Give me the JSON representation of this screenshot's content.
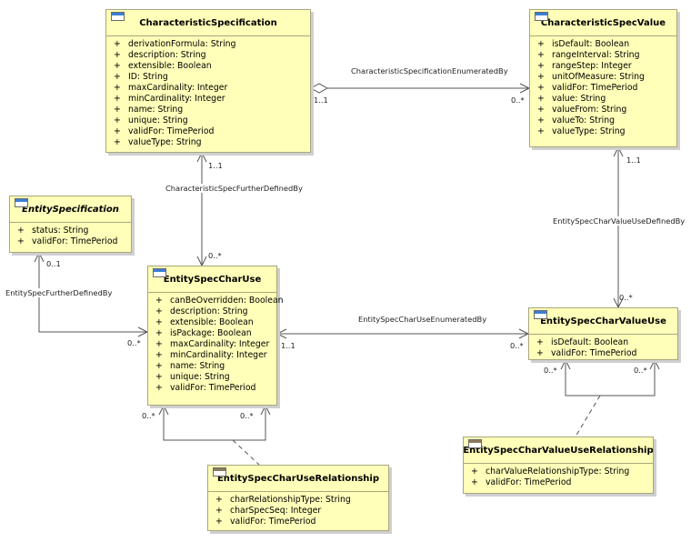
{
  "classes": {
    "char_spec": {
      "title": "CharacteristicSpecification",
      "attributes": [
        "derivationFormula: String",
        "description: String",
        "extensible: Boolean",
        "ID: String",
        "maxCardinality: Integer",
        "minCardinality: Integer",
        "name: String",
        "unique: String",
        "validFor: TimePeriod",
        "valueType: String"
      ]
    },
    "char_spec_value": {
      "title": "CharacteristicSpecValue",
      "attributes": [
        "isDefault: Boolean",
        "rangeInterval: String",
        "rangeStep: Integer",
        "unitOfMeasure: String",
        "validFor: TimePeriod",
        "value: String",
        "valueFrom: String",
        "valueTo: String",
        "valueType: String"
      ]
    },
    "entity_spec": {
      "title": "EntitySpecification",
      "attributes": [
        "status: String",
        "validFor: TimePeriod"
      ]
    },
    "entity_spec_char_use": {
      "title": "EntitySpecCharUse",
      "attributes": [
        "canBeOverridden: Boolean",
        "description: String",
        "extensible: Boolean",
        "isPackage: Boolean",
        "maxCardinality: Integer",
        "minCardinality: Integer",
        "name: String",
        "unique: String",
        "validFor: TimePeriod"
      ]
    },
    "entity_spec_char_value_use": {
      "title": "EntitySpecCharValueUse",
      "attributes": [
        "isDefault: Boolean",
        "validFor: TimePeriod"
      ]
    },
    "entity_spec_char_use_relationship": {
      "title": "EntitySpecCharUseRelationship",
      "attributes": [
        "charRelationshipType: String",
        "charSpecSeq: Integer",
        "validFor: TimePeriod"
      ]
    },
    "entity_spec_char_value_use_relationship": {
      "title": "EntitySpecCharValueUseRelationship",
      "attributes": [
        "charValueRelationshipType: String",
        "validFor: TimePeriod"
      ]
    }
  },
  "visibility_marker": "+",
  "associations": {
    "enumerated_by": {
      "label": "CharacteristicSpecificationEnumeratedBy",
      "end_a": "1..1",
      "end_b": "0..*"
    },
    "further_defined_by": {
      "label": "CharacteristicSpecFurtherDefinedBy",
      "end_a": "1..1",
      "end_b": "0..*"
    },
    "value_use_defined_by": {
      "label": "EntitySpecCharValueUseDefinedBy",
      "end_a": "1..1",
      "end_b": "0..*"
    },
    "entity_spec_further_defined_by": {
      "label": "EntitySpecFurtherDefinedBy",
      "end_a": "0..1",
      "end_b": "0..*"
    },
    "char_use_enumerated_by": {
      "label": "EntitySpecCharUseEnumeratedBy",
      "end_a": "1..1",
      "end_b": "0..*"
    },
    "char_use_self": {
      "end_a": "0..*",
      "end_b": "0..*"
    },
    "value_use_self": {
      "end_a": "0..*",
      "end_b": "0..*"
    }
  }
}
